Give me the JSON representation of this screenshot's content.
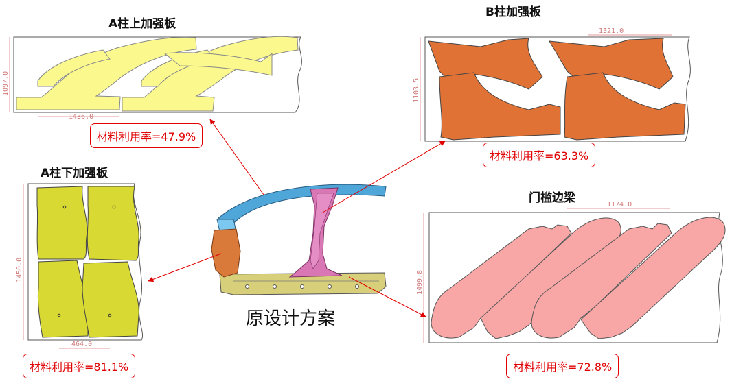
{
  "colors": {
    "a_pillar_upper": "#fbf98e",
    "b_pillar": "#e07236",
    "a_pillar_lower": "#d9d933",
    "sill": "#f8a7a6",
    "callout_red": "#e00000"
  },
  "panels": {
    "a_pillar_upper": {
      "title": "A柱上加强板",
      "utilization": "材料利用率=47.9%",
      "dim_height": "1097.0",
      "dim_width": "1436.0"
    },
    "b_pillar": {
      "title": "B柱加强板",
      "utilization": "材料利用率=63.3%",
      "dim_height": "1103.5",
      "dim_width": "1321.0"
    },
    "a_pillar_lower": {
      "title": "A柱下加强板",
      "utilization": "材料利用率=81.1%",
      "dim_height": "1450.0",
      "dim_width": "464.0"
    },
    "sill": {
      "title": "门槛边梁",
      "utilization": "材料利用率=72.8%",
      "dim_height": "1499.8",
      "dim_width": "1174.0"
    }
  },
  "center": {
    "caption": "原设计方案"
  }
}
